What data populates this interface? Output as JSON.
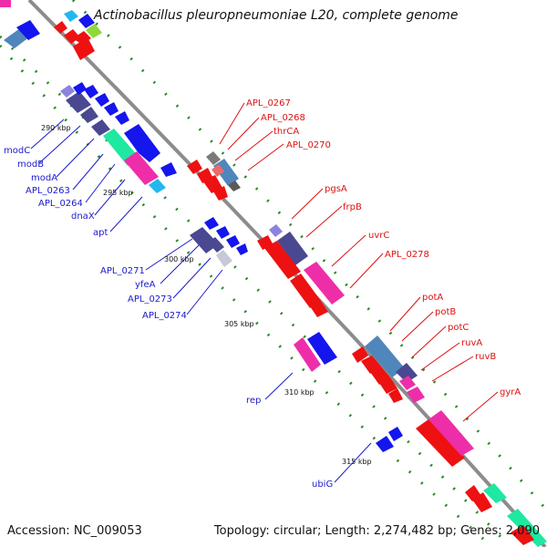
{
  "title": "Actinobacillus pleuropneumoniae L20, complete genome",
  "footer": {
    "accession": "Accession: NC_009053",
    "info": "Topology: circular; Length: 2,274,482 bp; Genes: 2,090"
  },
  "scale_labels": [
    "290 kbp",
    "295 kbp",
    "300 kbp",
    "305 kbp",
    "310 kbp",
    "315 kbp"
  ],
  "genes_left": [
    "modC",
    "modB",
    "modA",
    "APL_0263",
    "APL_0264",
    "dnaX",
    "apt",
    "APL_0271",
    "yfeA",
    "APL_0273",
    "APL_0274",
    "rep",
    "ubiG"
  ],
  "genes_right": [
    "APL_0267",
    "APL_0268",
    "thrCA",
    "APL_0270",
    "pgsA",
    "frpB",
    "uvrC",
    "APL_0278",
    "potA",
    "potB",
    "potC",
    "ruvA",
    "ruvB",
    "gyrA"
  ],
  "colors": {
    "backbone": "#8c8c8c",
    "tick": "#2a8a2a",
    "left_label": "#1a1acc",
    "right_label": "#dd1111",
    "blue": "#1515ee",
    "steel": "#4f86bb",
    "slate": "#4a4890",
    "red": "#ee1111",
    "pink": "#ee2ea8",
    "teal": "#1fe8a0",
    "cyan": "#22b8ee",
    "lime": "#8fd83a"
  }
}
